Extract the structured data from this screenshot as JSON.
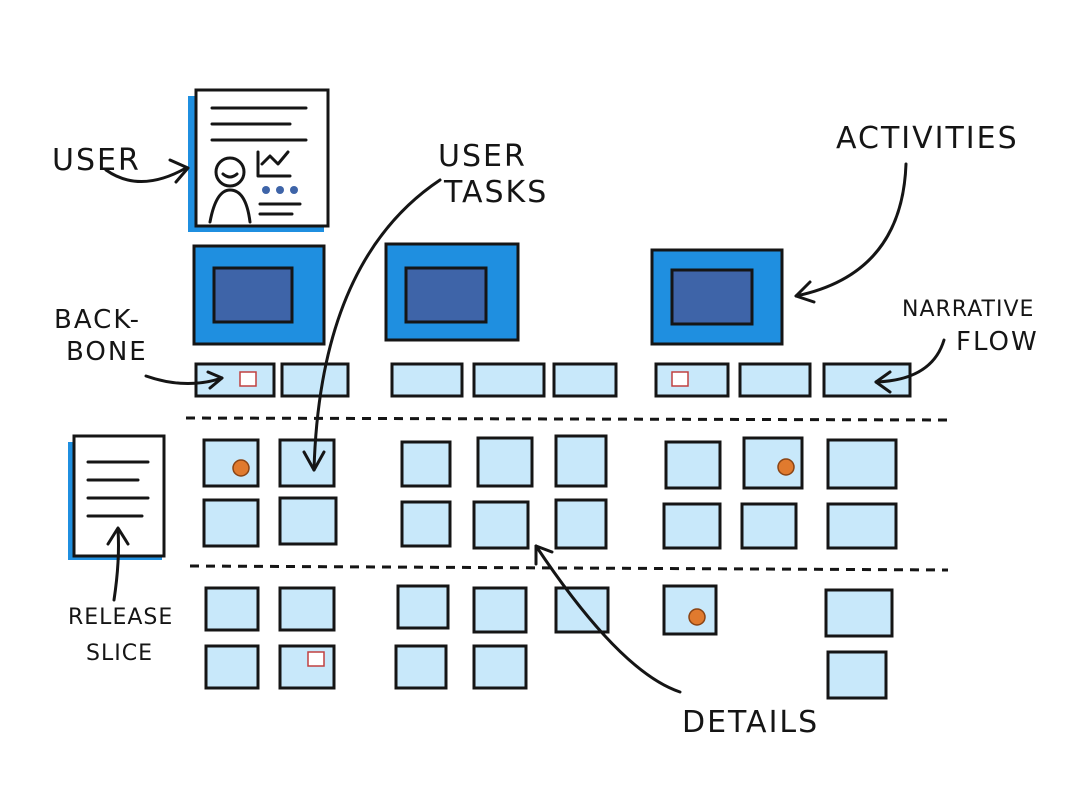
{
  "labels": {
    "user": "USER",
    "user_tasks_line1": "USER",
    "user_tasks_line2": "TASKS",
    "activities": "ACTIVITIES",
    "backbone_line1": "BACK-",
    "backbone_line2": "BONE",
    "narrative_line1": "NARRATIVE",
    "narrative_line2": "FLOW",
    "release_line1": "RELEASE",
    "release_line2": "SLICE",
    "details": "DETAILS"
  },
  "colors": {
    "activity_card": "#1f8fe0",
    "activity_inner": "#3e64a8",
    "sticky": "#c8e8fa",
    "dot": "#e07a2e",
    "ink": "#151515",
    "shadow": "#1f8fe0"
  },
  "icons": [
    "user-persona-card-icon",
    "release-document-icon",
    "checkbox-icon",
    "priority-dot-icon"
  ]
}
